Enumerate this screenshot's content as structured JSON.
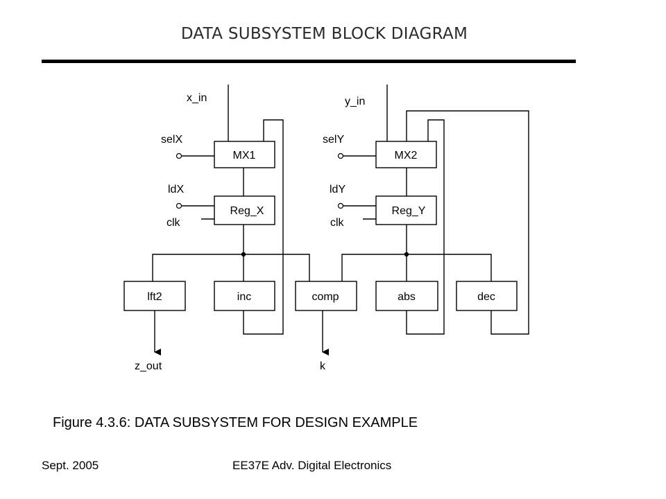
{
  "slide": {
    "title": "DATA SUBSYSTEM BLOCK DIAGRAM",
    "caption": "Figure 4.3.6: DATA SUBSYSTEM FOR DESIGN EXAMPLE",
    "footer_date": "Sept. 2005",
    "footer_course": "EE37E Adv. Digital Electronics"
  },
  "blocks": {
    "mx1": "MX1",
    "mx2": "MX2",
    "regx": "Reg_X",
    "regy": "Reg_Y",
    "lft2": "lft2",
    "inc": "inc",
    "comp": "comp",
    "abs": "abs",
    "dec": "dec"
  },
  "signals": {
    "x_in": "x_in",
    "y_in": "y_in",
    "selX": "selX",
    "selY": "selY",
    "ldX": "ldX",
    "ldY": "ldY",
    "clk_x": "clk",
    "clk_y": "clk",
    "z_out": "z_out",
    "k": "k"
  }
}
